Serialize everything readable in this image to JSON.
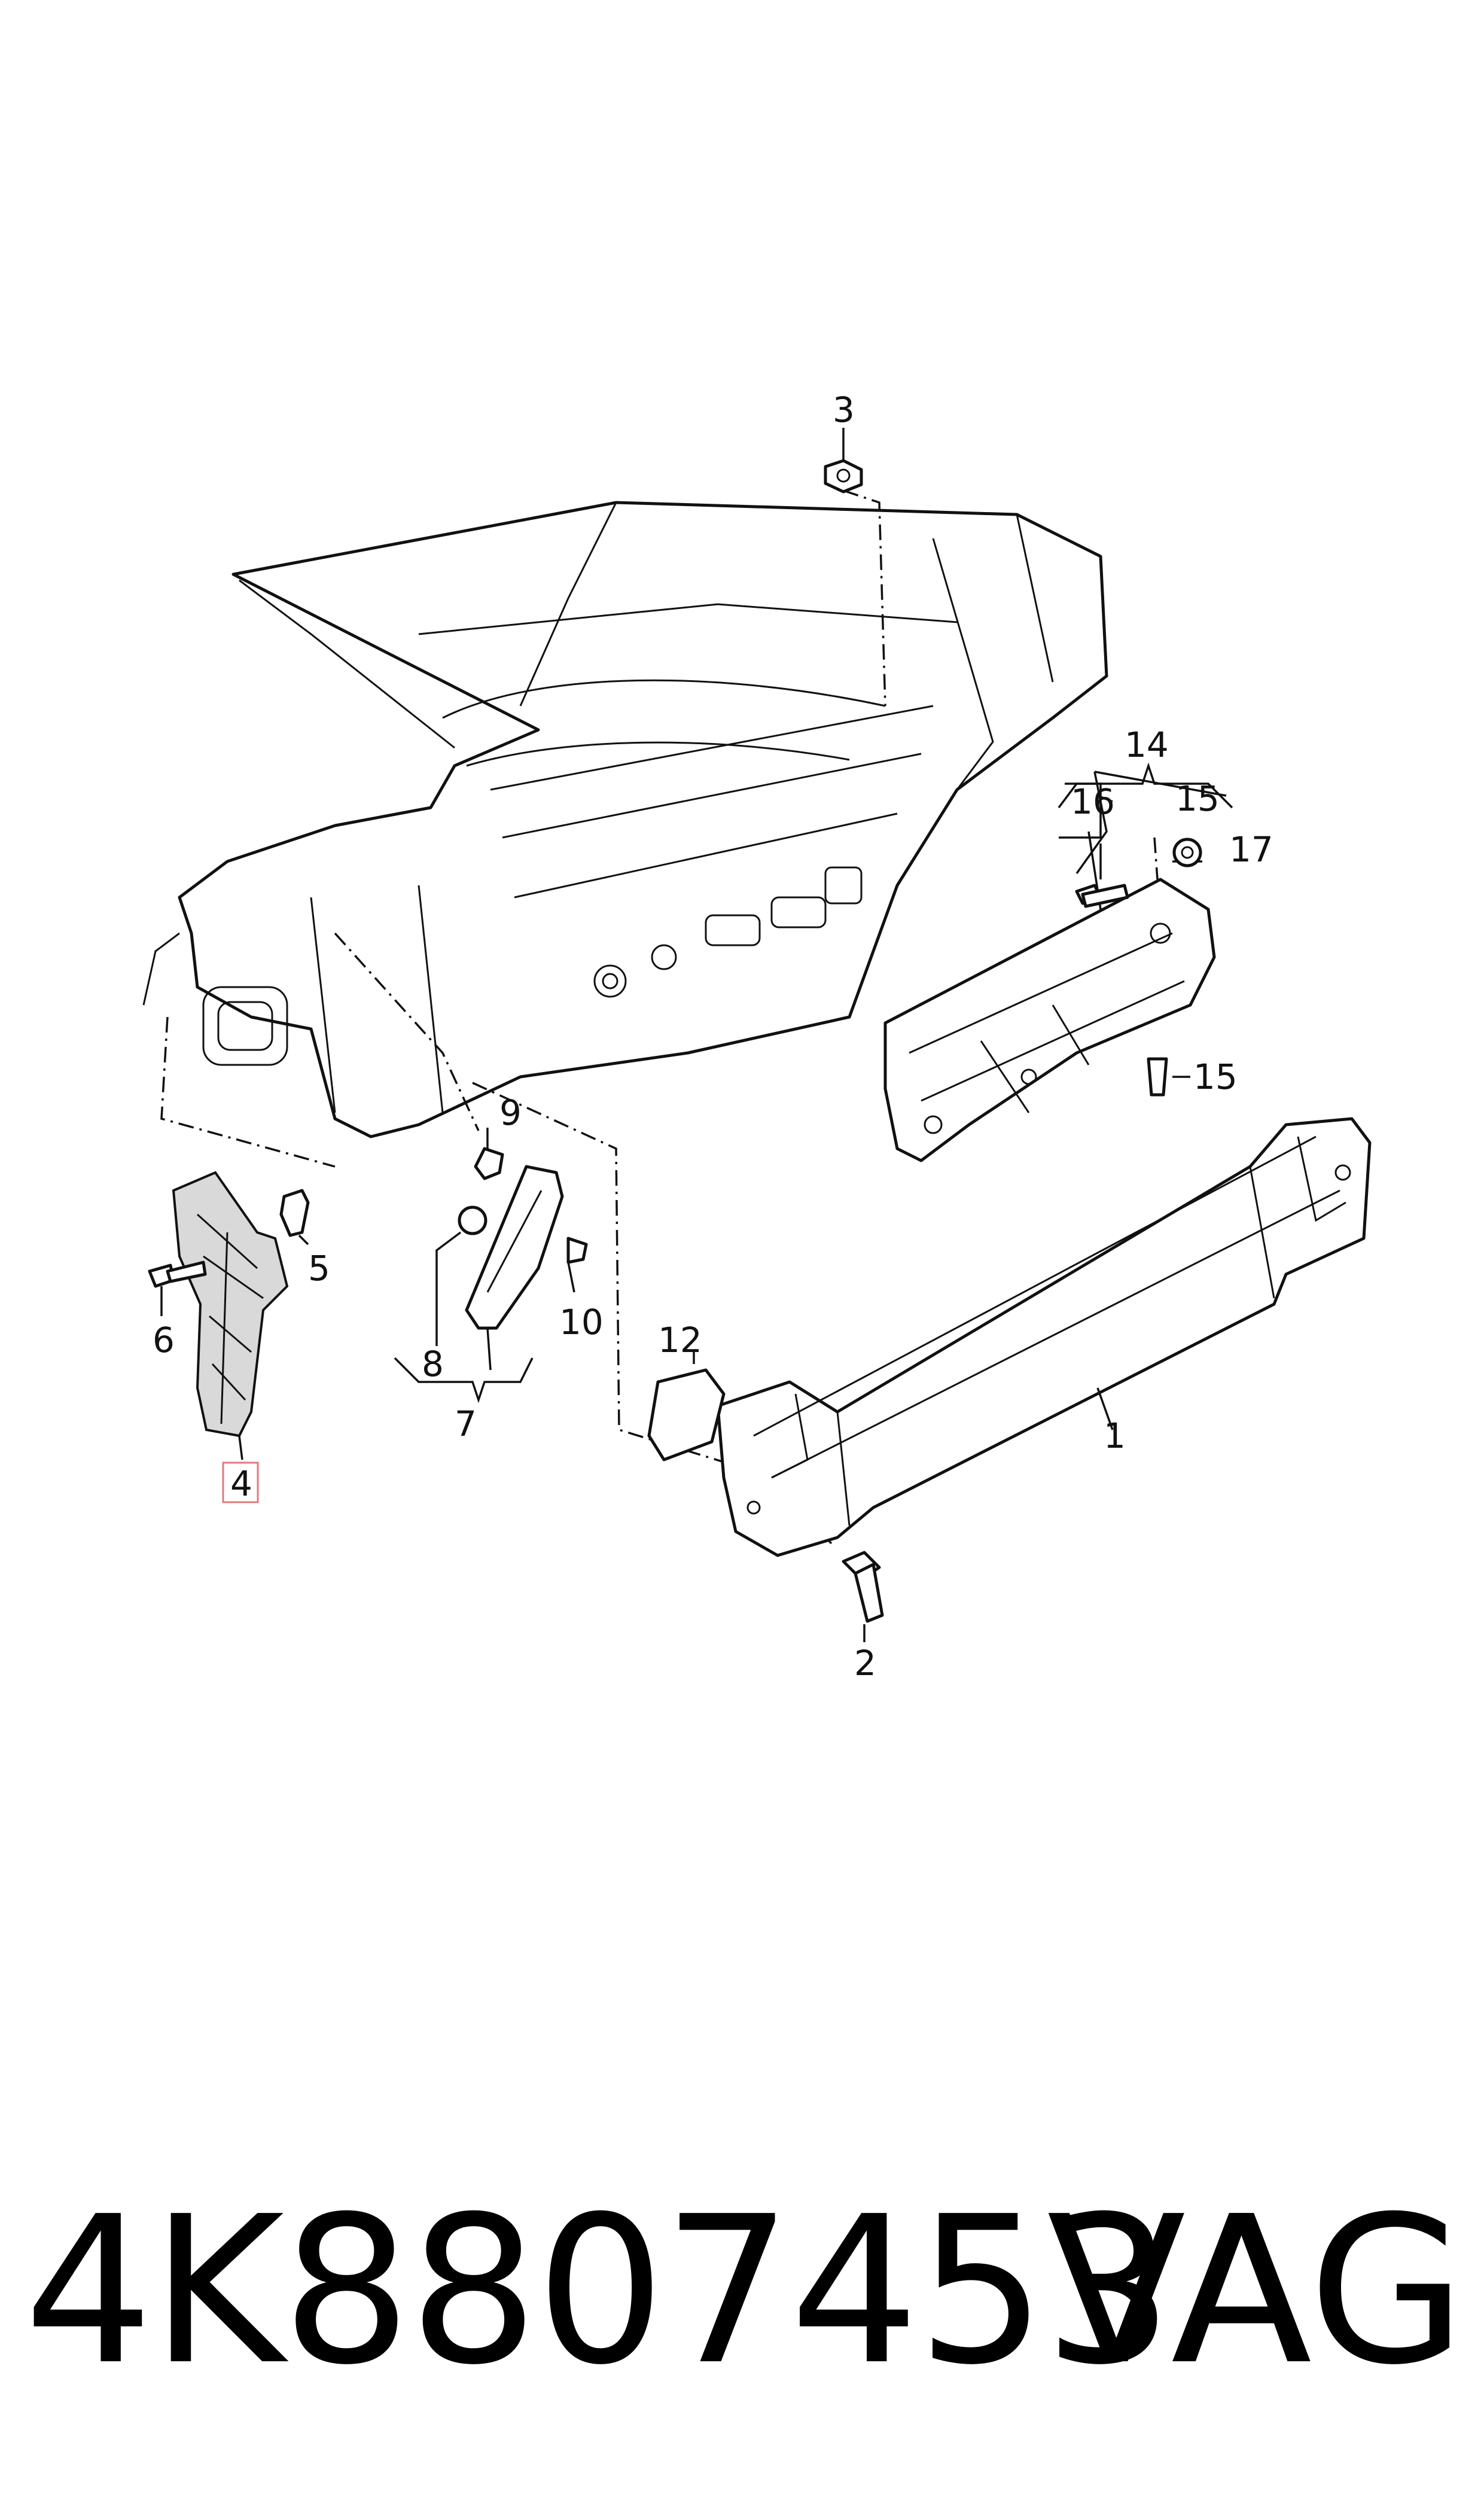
{
  "callouts": [
    {
      "id": "1",
      "label": "1"
    },
    {
      "id": "2",
      "label": "2"
    },
    {
      "id": "3",
      "label": "3"
    },
    {
      "id": "4",
      "label": "4",
      "highlighted": true
    },
    {
      "id": "5",
      "label": "5"
    },
    {
      "id": "6",
      "label": "6"
    },
    {
      "id": "7",
      "label": "7"
    },
    {
      "id": "8",
      "label": "8"
    },
    {
      "id": "9",
      "label": "9"
    },
    {
      "id": "10",
      "label": "10"
    },
    {
      "id": "12",
      "label": "12"
    },
    {
      "id": "14",
      "label": "14"
    },
    {
      "id": "15a",
      "label": "15"
    },
    {
      "id": "15b",
      "label": "15"
    },
    {
      "id": "16",
      "label": "16"
    },
    {
      "id": "17",
      "label": "17"
    }
  ],
  "highlight_color": "#e07a7a",
  "footer": {
    "part_number": "4K8807453A",
    "brand": "VAG"
  }
}
